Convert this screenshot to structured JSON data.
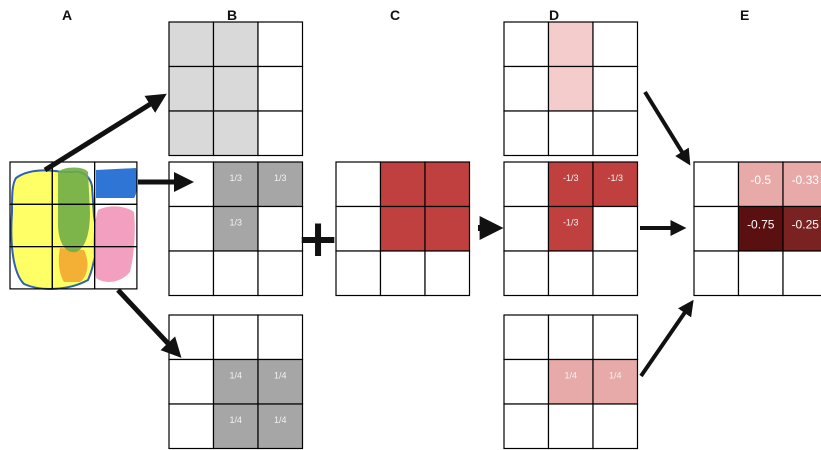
{
  "panel_labels": {
    "a": "A",
    "b": "B",
    "c": "C",
    "d": "D",
    "e": "E"
  },
  "plus_symbol": "+",
  "colors": {
    "grid_line": "#000000",
    "light_gray": "#d9d9d9",
    "gray": "#a6a6a6",
    "pale_red": "#f4cccc",
    "light_red": "#e8a9a9",
    "red": "#c0403f",
    "dark_red_1": "#5a1010",
    "dark_red_2": "#7a2222",
    "yellow": "#ffff66",
    "green": "#70ad47",
    "blue": "#2e75d6",
    "pink": "#f29fc0",
    "orange": "#f4b035",
    "outline": "#3060b0"
  },
  "grids": {
    "b_top": {
      "shade": [
        [
          1,
          1,
          0
        ],
        [
          1,
          1,
          0
        ],
        [
          1,
          1,
          0
        ]
      ],
      "labels": [
        [
          "",
          "",
          ""
        ],
        [
          "",
          "",
          ""
        ],
        [
          "",
          "",
          ""
        ]
      ]
    },
    "b_mid": {
      "shade": [
        [
          0,
          1,
          1
        ],
        [
          0,
          1,
          0
        ],
        [
          0,
          0,
          0
        ]
      ],
      "labels": [
        [
          "",
          "1/3",
          "1/3"
        ],
        [
          "",
          "1/3",
          ""
        ],
        [
          "",
          "",
          ""
        ]
      ]
    },
    "b_bot": {
      "shade": [
        [
          0,
          0,
          0
        ],
        [
          0,
          1,
          1
        ],
        [
          0,
          1,
          1
        ]
      ],
      "labels": [
        [
          "",
          "",
          ""
        ],
        [
          "",
          "1/4",
          "1/4"
        ],
        [
          "",
          "1/4",
          "1/4"
        ]
      ]
    },
    "c": {
      "shade": [
        [
          0,
          1,
          1
        ],
        [
          0,
          1,
          1
        ],
        [
          0,
          0,
          0
        ]
      ],
      "labels": [
        [
          "",
          "",
          ""
        ],
        [
          "",
          "",
          ""
        ],
        [
          "",
          "",
          ""
        ]
      ]
    },
    "d_top": {
      "shade": [
        [
          0,
          1,
          0
        ],
        [
          0,
          1,
          0
        ],
        [
          0,
          0,
          0
        ]
      ],
      "labels": [
        [
          "",
          "",
          ""
        ],
        [
          "",
          "",
          ""
        ],
        [
          "",
          "",
          ""
        ]
      ]
    },
    "d_mid": {
      "shade": [
        [
          0,
          1,
          1
        ],
        [
          0,
          1,
          0
        ],
        [
          0,
          0,
          0
        ]
      ],
      "labels": [
        [
          "",
          "-1/3",
          "-1/3"
        ],
        [
          "",
          "-1/3",
          ""
        ],
        [
          "",
          "",
          ""
        ]
      ]
    },
    "d_bot": {
      "shade": [
        [
          0,
          0,
          0
        ],
        [
          0,
          1,
          1
        ],
        [
          0,
          0,
          0
        ]
      ],
      "labels": [
        [
          "",
          "",
          ""
        ],
        [
          "",
          "1/4",
          "1/4"
        ],
        [
          "",
          "",
          ""
        ]
      ]
    },
    "e": {
      "shade": [
        [
          0,
          1,
          1
        ],
        [
          0,
          1,
          1
        ],
        [
          0,
          0,
          0
        ]
      ],
      "labels": [
        [
          "",
          "-0.5",
          "-0.33"
        ],
        [
          "",
          "-0.75",
          "-0.25"
        ],
        [
          "",
          "",
          ""
        ]
      ]
    }
  }
}
